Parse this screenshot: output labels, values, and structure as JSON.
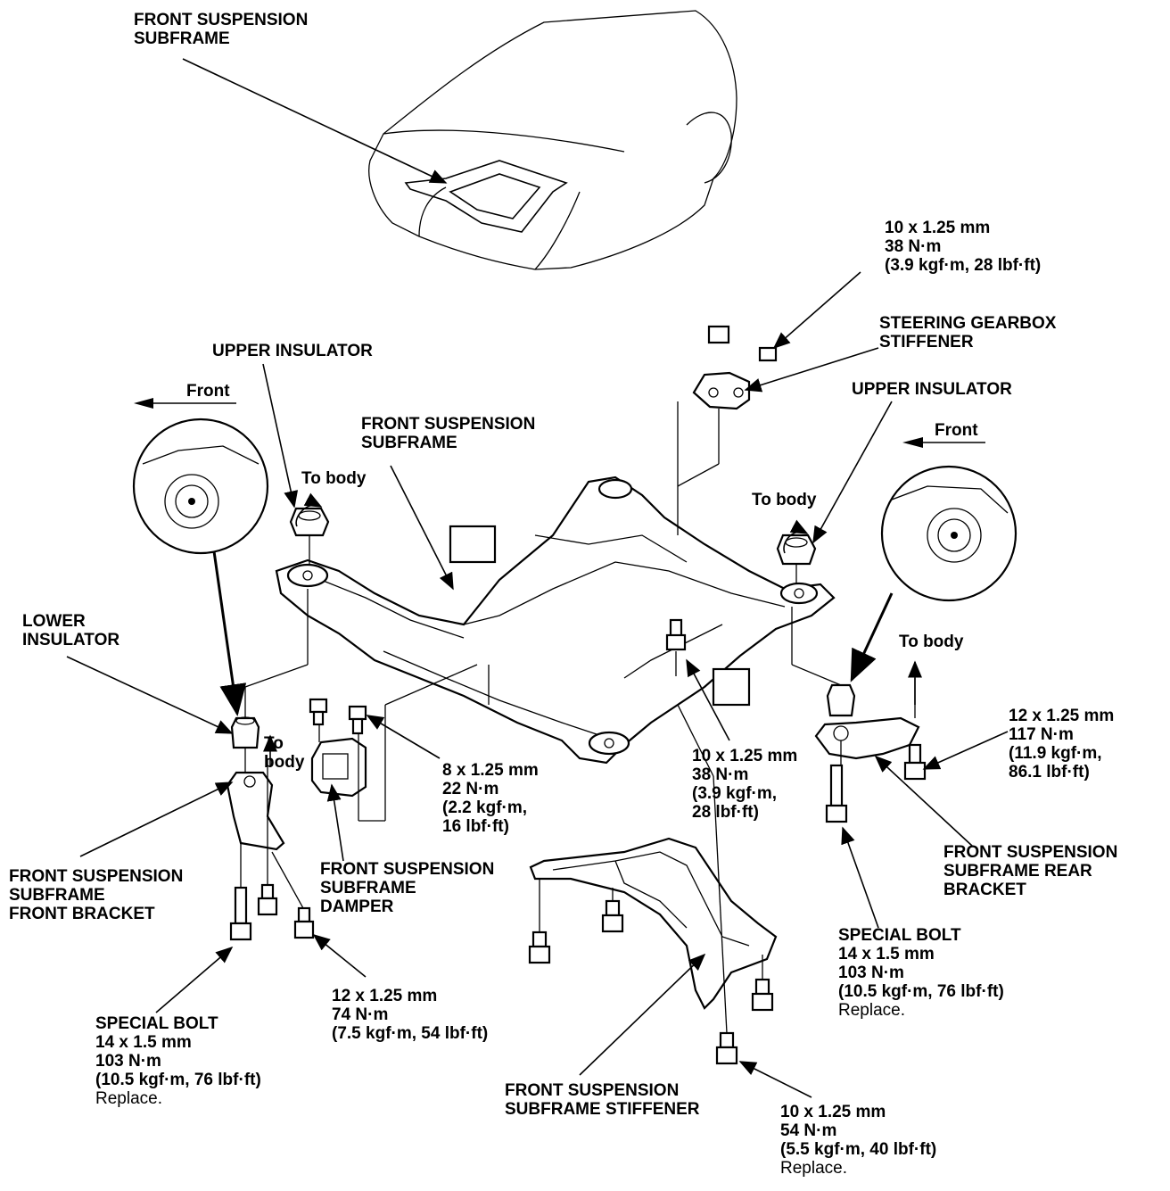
{
  "labels": {
    "overview_subframe": "FRONT SUSPENSION\nSUBFRAME",
    "torque_top_right": "10 x 1.25 mm\n38 N·m\n(3.9 kgf·m, 28 lbf·ft)",
    "steering_stiffener": "STEERING GEARBOX\nSTIFFENER",
    "upper_insulator_left": "UPPER INSULATOR",
    "upper_insulator_right": "UPPER INSULATOR",
    "front_left": "Front",
    "front_right": "Front",
    "subframe_center": "FRONT SUSPENSION\nSUBFRAME",
    "to_body_left": "To body",
    "to_body_mid_right": "To body",
    "to_body_right": "To body",
    "to_body_lower": "To\nbody",
    "lower_insulator": "LOWER\nINSULATOR",
    "torque_center": "10 x 1.25 mm\n38 N·m\n(3.9 kgf·m,\n28 lbf·ft)",
    "torque_8x125": "8 x 1.25 mm\n22 N·m\n(2.2 kgf·m,\n16 lbf·ft)",
    "torque_12x125_right": "12 x 1.25 mm\n117 N·m\n(11.9 kgf·m,\n86.1 lbf·ft)",
    "front_bracket": "FRONT SUSPENSION\nSUBFRAME\nFRONT BRACKET",
    "damper": "FRONT SUSPENSION\nSUBFRAME\nDAMPER",
    "rear_bracket": "FRONT SUSPENSION\nSUBFRAME REAR\nBRACKET",
    "special_bolt_right": "SPECIAL BOLT\n14 x 1.5 mm\n103 N·m\n(10.5 kgf·m, 76 lbf·ft)",
    "replace_right": "Replace.",
    "torque_12x125_left": "12 x 1.25 mm\n74 N·m\n(7.5 kgf·m, 54 lbf·ft)",
    "special_bolt_left": "SPECIAL BOLT\n14 x 1.5 mm\n103 N·m\n(10.5 kgf·m, 76 lbf·ft)",
    "replace_left": "Replace.",
    "stiffener": "FRONT SUSPENSION\nSUBFRAME STIFFENER",
    "torque_bottom": "10 x 1.25 mm\n54 N·m\n(5.5 kgf·m, 40 lbf·ft)",
    "replace_bottom": "Replace."
  }
}
